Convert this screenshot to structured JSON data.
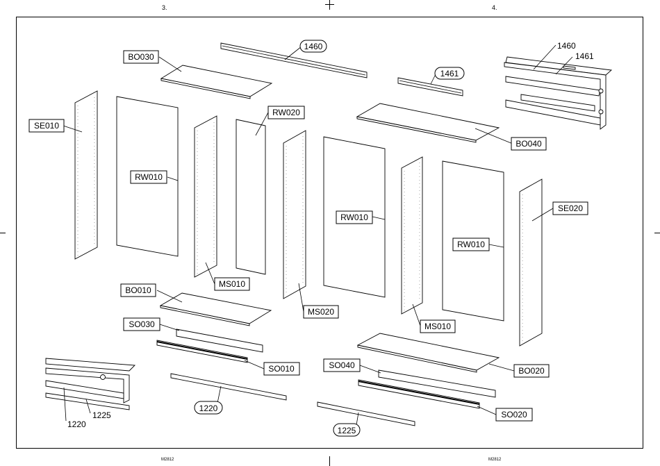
{
  "page": {
    "left_page_number": "3.",
    "right_page_number": "4.",
    "left_footer_code": "M2812",
    "right_footer_code": "M2812"
  },
  "labels": {
    "bo030": "BO030",
    "p1460_top": "1460",
    "p1461_mid": "1461",
    "p1460_detail": "1460",
    "p1461_detail": "1461",
    "se010": "SE010",
    "rw010_left": "RW010",
    "rw020": "RW020",
    "bo040": "BO040",
    "rw010_center": "RW010",
    "se020": "SE020",
    "rw010_right": "RW010",
    "ms010_left": "MS010",
    "bo010": "BO010",
    "ms020": "MS020",
    "so030": "SO030",
    "ms010_right": "MS010",
    "so010": "SO010",
    "so040": "SO040",
    "bo020": "BO020",
    "p1220_detail": "1220",
    "p1225_detail": "1225",
    "p1220_rail": "1220",
    "so020": "SO020",
    "p1225_rail": "1225"
  }
}
